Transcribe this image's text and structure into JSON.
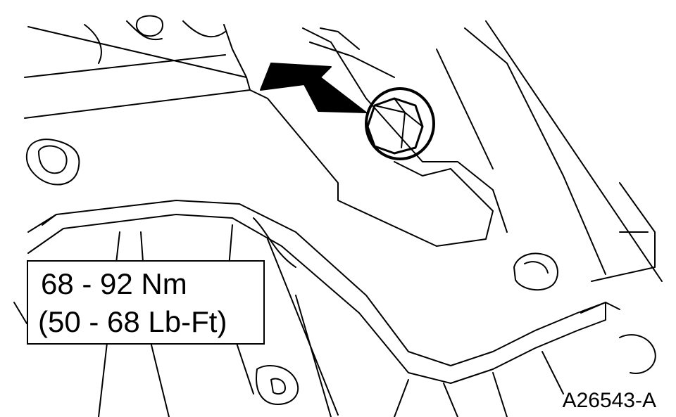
{
  "callout": {
    "line1": "68 - 92 Nm",
    "line2": "(50 - 68 Lb-Ft)"
  },
  "figure_id": "A26543-A",
  "colors": {
    "ink": "#000000",
    "paper": "#ffffff"
  }
}
